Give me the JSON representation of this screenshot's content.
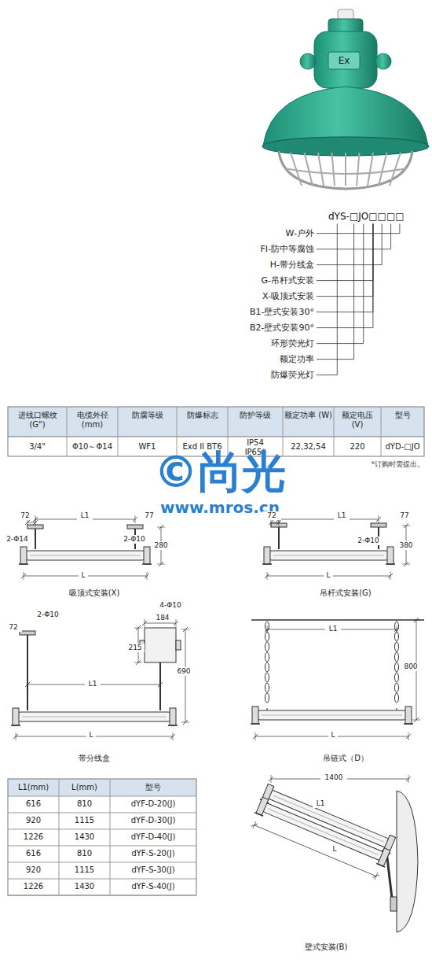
{
  "diagram": {
    "labels": [
      "dYS-□JO□□□□",
      "W-户外",
      "FI-防中等腐蚀",
      "H-带分线盒",
      "G-吊杆式安装",
      "X-吸顶式安装",
      "B1-壁式安装30°",
      "B2-壁式安装90°",
      "环形荧光灯",
      "额定功率",
      "防爆荧光灯",
      "型号",
      "额定电压 (V)",
      "额定功率 (W)",
      "防护等级",
      "防爆标志",
      "防腐等级",
      "电缆外径 (mm)",
      "进线口螺纹 (G\")",
      "dYD-□JO",
      "220",
      "22,32,54",
      "IP54 IP65*",
      "Exd II BT6",
      "WF1",
      "Φ10～Φ14",
      "3/4\"",
      "*订购时需提出。",
      "©尚光",
      "www.mros.cn",
      "72",
      "2-Φ14",
      "L1",
      "77",
      "2-Φ10",
      "280",
      "L",
      "吸顶式安装(X)",
      "72",
      "2-Φ10",
      "L1",
      "77",
      "380",
      "L",
      "吊杆式安装(G)",
      "2-Φ10",
      "72",
      "4-Φ10",
      "184",
      "215",
      "L1",
      "690",
      "L",
      "带分线盒",
      "L1",
      "800",
      "L",
      "吊链式（D）",
      "型号",
      "L(mm)",
      "L1(mm)",
      "dYF-D-20(J)",
      "810",
      "616",
      "dYF-D-30(J)",
      "1115",
      "920",
      "dYF-D-40(J)",
      "1430",
      "1226",
      "dYF-S-20(J)",
      "810",
      "616",
      "dYF-S-30(J)",
      "1115",
      "920",
      "dYF-S-40(J)",
      "1430",
      "1226",
      "1400",
      "L1",
      "L",
      "壁式安装(B)",
      "Ex"
    ]
  }
}
